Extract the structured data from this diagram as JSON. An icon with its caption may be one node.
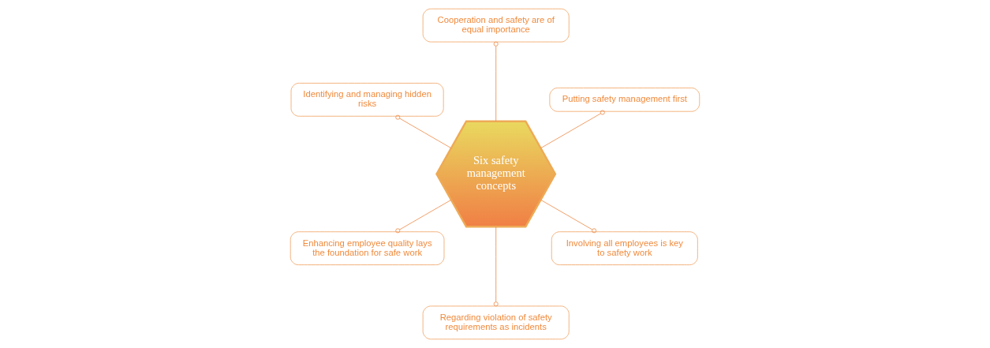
{
  "diagram": {
    "nodes": [
      {
        "text": [
          "Putting safety management first"
        ]
      },
      {
        "text": [
          "Cooperation and safety are of equal importance"
        ]
      },
      {
        "text": [
          "Six safety management concepts"
        ]
      },
      {
        "text": [
          "Identifying and managing hidden risks"
        ]
      },
      {
        "text": [
          "Enhancing employee quality lays the foundation for safe work"
        ]
      },
      {
        "text": [
          "Regarding violation of safety requirements as incidents"
        ]
      },
      {
        "text": [
          "Involving all employees is key to safety work"
        ]
      }
    ],
    "edges": [
      {
        "from": 2,
        "to": 0,
        "arrow": "other"
      },
      {
        "from": 2,
        "to": 1,
        "arrow": "other"
      },
      {
        "from": 2,
        "to": 3,
        "arrow": "other"
      },
      {
        "from": 2,
        "to": 4,
        "arrow": "other"
      },
      {
        "from": 2,
        "to": 5,
        "arrow": "other"
      },
      {
        "from": 2,
        "to": 6,
        "arrow": "other"
      }
    ]
  }
}
